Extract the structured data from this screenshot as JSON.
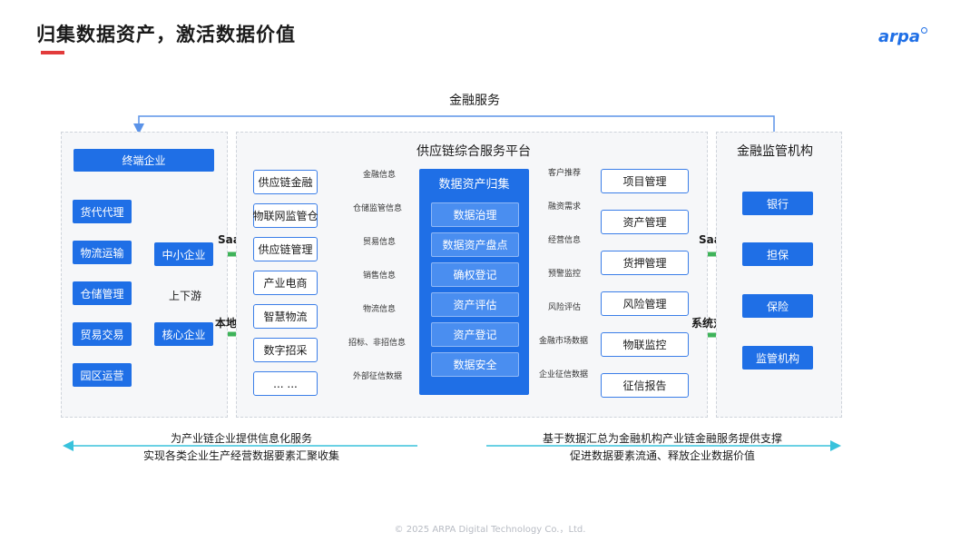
{
  "header": {
    "title": "归集数据资产，激活数据价值",
    "logo_text": "arpa"
  },
  "top_label": "金融服务",
  "left_panel": {
    "terminal": "终端企业",
    "items": [
      "货代代理",
      "物流运输",
      "仓储管理",
      "贸易交易",
      "园区运营"
    ],
    "sme": "中小企业",
    "core": "核心企业",
    "updown": "上下游"
  },
  "connectors": {
    "saas_left": "SaaS",
    "local": "本地化",
    "saas_right": "SaaS",
    "system": "系统对接"
  },
  "center_panel": {
    "title": "供应链综合服务平台",
    "left_boxes": [
      "供应链金融",
      "物联网监管仓",
      "供应链管理",
      "产业电商",
      "智慧物流",
      "数字招采",
      "... ..."
    ],
    "left_labels": [
      "金融信息",
      "仓储监管信息",
      "贸易信息",
      "销售信息",
      "物流信息",
      "招标、非招信息",
      "外部征信数据"
    ],
    "core_title": "数据资产归集",
    "core_items": [
      "数据治理",
      "数据资产盘点",
      "确权登记",
      "资产评估",
      "资产登记",
      "数据安全"
    ],
    "right_labels": [
      "客户推荐",
      "融资需求",
      "经营信息",
      "预警监控",
      "风险评估",
      "金融市场数据",
      "企业征信数据"
    ],
    "right_boxes": [
      "项目管理",
      "资产管理",
      "货押管理",
      "风险管理",
      "物联监控",
      "征信报告"
    ]
  },
  "right_panel": {
    "title": "金融监管机构",
    "items": [
      "银行",
      "担保",
      "保险",
      "监管机构"
    ]
  },
  "bottom": {
    "left_line1": "为产业链企业提供信息化服务",
    "left_line2": "实现各类企业生产经营数据要素汇聚收集",
    "right_line1": "基于数据汇总为金融机构产业链金融服务提供支撑",
    "right_line2": "促进数据要素流通、释放企业数据价值"
  },
  "footer": "© 2025 ARPA Digital Technology Co.，Ltd.",
  "colors": {
    "blue": "#1f6fe6",
    "green": "#3fb35a",
    "cyan": "#38c2dc",
    "red": "#e23b3b"
  }
}
